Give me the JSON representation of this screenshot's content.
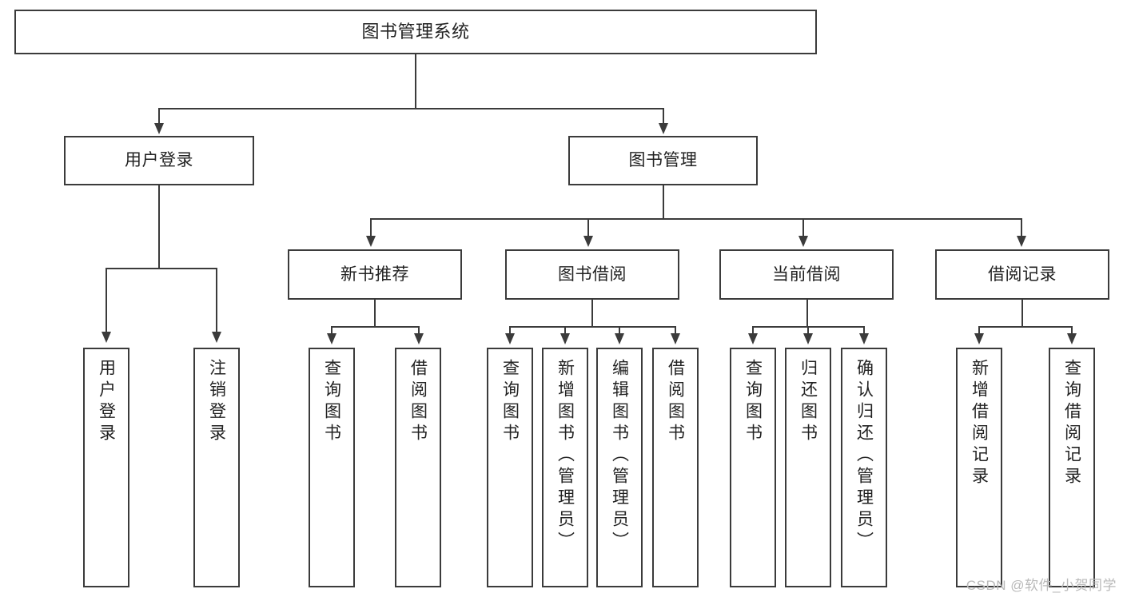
{
  "diagram": {
    "title": "图书管理系统",
    "root": {
      "label": "图书管理系统"
    },
    "level1": [
      {
        "label": "用户登录"
      },
      {
        "label": "图书管理"
      }
    ],
    "level2": [
      {
        "label": "新书推荐"
      },
      {
        "label": "图书借阅"
      },
      {
        "label": "当前借阅"
      },
      {
        "label": "借阅记录"
      }
    ],
    "leaves": {
      "user_login": [
        {
          "label": "用户登录"
        },
        {
          "label": "注销登录"
        }
      ],
      "new_book_recommend": [
        {
          "label": "查询图书"
        },
        {
          "label": "借阅图书"
        }
      ],
      "book_borrow": [
        {
          "label": "查询图书"
        },
        {
          "label": "新增图书（管理员）"
        },
        {
          "label": "编辑图书（管理员）"
        },
        {
          "label": "借阅图书"
        }
      ],
      "current_borrow": [
        {
          "label": "查询图书"
        },
        {
          "label": "归还图书"
        },
        {
          "label": "确认归还（管理员）"
        }
      ],
      "borrow_record": [
        {
          "label": "新增借阅记录"
        },
        {
          "label": "查询借阅记录"
        }
      ]
    }
  },
  "watermark": {
    "text": "CSDN @软件_小贺同学"
  },
  "colors": {
    "stroke": "#3b3b3b",
    "background": "#ffffff",
    "text": "#222222",
    "watermark": "#b9b9b9"
  }
}
